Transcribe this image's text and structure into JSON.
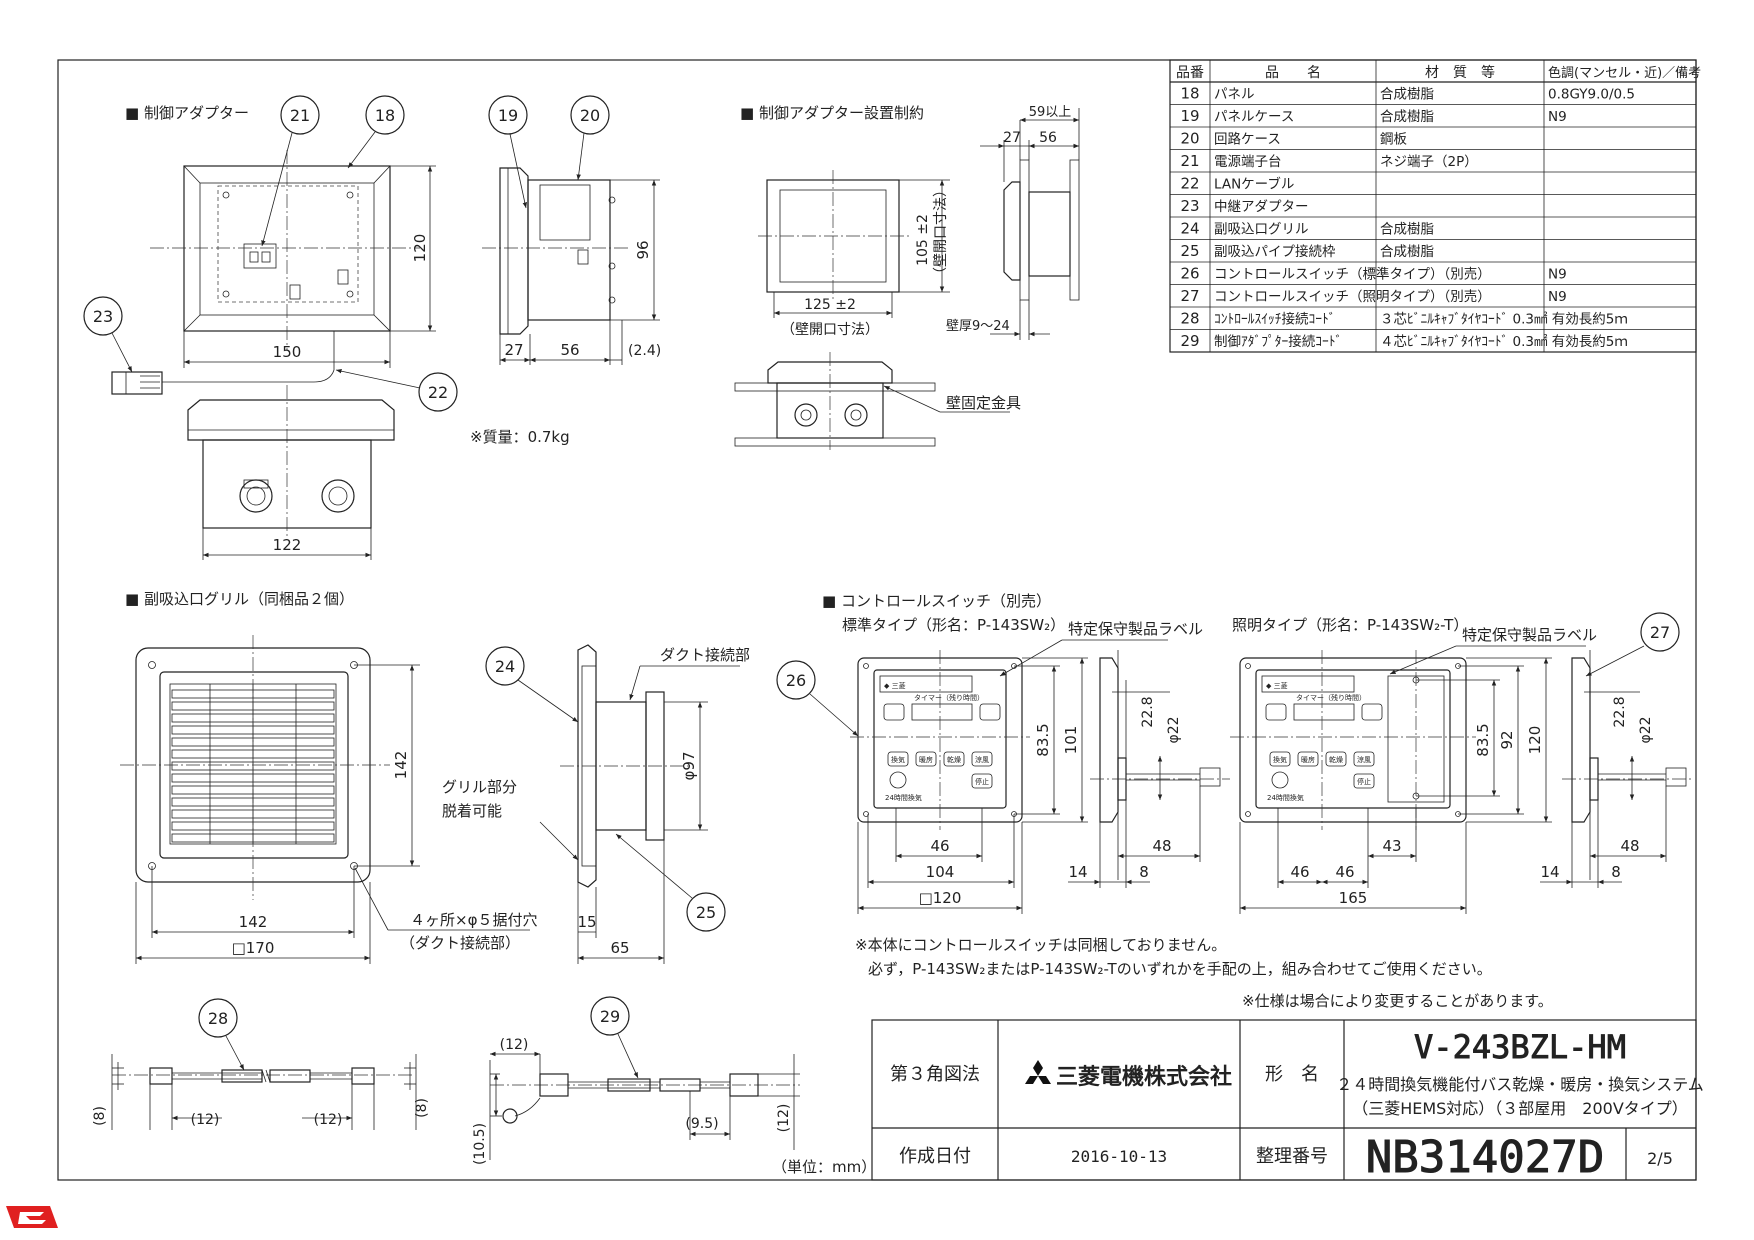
{
  "sections": {
    "adapter": "■ 制御アダプター",
    "adapter_install": "■ 制御アダプター設置制約",
    "grille": "■ 副吸込口グリル（同梱品２個）",
    "switch": "■ コントロールスイッチ（別売）",
    "switch_std": "標準タイプ（形名：P-143SW₂）",
    "switch_light": "照明タイプ（形名：P-143SW₂-T）"
  },
  "balloons": [
    "21",
    "18",
    "19",
    "20",
    "23",
    "22",
    "24",
    "25",
    "26",
    "27",
    "28",
    "29"
  ],
  "dims": {
    "d150": "150",
    "d120": "120",
    "d122": "122",
    "d27": "27",
    "d56": "56",
    "d96": "96",
    "d2_4": "(2.4)",
    "d59": "59以上",
    "d27b": "27",
    "d56b": "56",
    "d125": "125 ±2",
    "d125_note": "（壁開口寸法）",
    "d105": "105 ±2",
    "d105_note": "（壁開口寸法）",
    "wall": "壁厚9～24",
    "d142h": "142",
    "d142w": "142",
    "d170": "□170",
    "d97": "φ97",
    "d15": "15",
    "d65": "65",
    "d101": "101",
    "d83_5": "83.5",
    "d22_8": "22.8",
    "d22": "φ22",
    "d46": "46",
    "d104": "104",
    "d_120": "□120",
    "d14": "14",
    "d8": "8",
    "d48": "48",
    "d92": "92",
    "d83_5b": "83.5",
    "d120b": "120",
    "d22_8b": "22.8",
    "d22b": "φ22",
    "d43": "43",
    "d46a": "46",
    "d46b": "46",
    "d165": "165",
    "d14b": "14",
    "d8b": "8",
    "d48b": "48",
    "c12a": "(12)",
    "c12b": "(12)",
    "c8a": "(8)",
    "c8b": "(8)",
    "c12c": "(12)",
    "c10_5": "(10.5)",
    "c9_5": "(9.5)",
    "c12d": "(12)"
  },
  "notes": {
    "mass": "※質量：0.7kg",
    "wall_fix": "壁固定金具",
    "duct": "ダクト接続部",
    "grille_part1": "グリル部分",
    "grille_part2": "脱着可能",
    "holes1": "４ヶ所×φ５据付穴",
    "holes2": "（ダクト接続部）",
    "label1": "特定保守製品ラベル",
    "label2": "特定保守製品ラベル",
    "note_switch1": "※本体にコントロールスイッチは同梱しておりません。",
    "note_switch2": "必ず，P-143SW₂またはP-143SW₂-Tのいずれかを手配の上，組み合わせてご使用ください。",
    "note_spec": "※仕様は場合により変更することがあります。",
    "unit": "（単位：mm）"
  },
  "parts_table": {
    "headers": [
      "品番",
      "品　　名",
      "材　質　等",
      "色調(マンセル・近)／備考"
    ],
    "rows": [
      [
        "18",
        "パネル",
        "合成樹脂",
        "0.8GY9.0/0.5"
      ],
      [
        "19",
        "パネルケース",
        "合成樹脂",
        "N9"
      ],
      [
        "20",
        "回路ケース",
        "鋼板",
        ""
      ],
      [
        "21",
        "電源端子台",
        "ネジ端子（2P）",
        ""
      ],
      [
        "22",
        "LANケーブル",
        "",
        ""
      ],
      [
        "23",
        "中継アダプター",
        "",
        ""
      ],
      [
        "24",
        "副吸込口グリル",
        "合成樹脂",
        ""
      ],
      [
        "25",
        "副吸込パイプ接続枠",
        "合成樹脂",
        ""
      ],
      [
        "26",
        "コントロールスイッチ（標準タイプ）（別売）",
        "",
        "N9"
      ],
      [
        "27",
        "コントロールスイッチ（照明タイプ）（別売）",
        "",
        "N9"
      ],
      [
        "28",
        "ｺﾝﾄﾛｰﾙｽｲｯﾁ接続ｺｰﾄﾞ",
        "３芯ﾋﾞﾆﾙｷｬﾌﾞﾀｲﾔｺｰﾄﾞ 0.3㎟ 有効長約5ｍ",
        ""
      ],
      [
        "29",
        "制御ｱﾀﾞﾌﾟﾀｰ接続ｺｰﾄﾞ",
        "４芯ﾋﾞﾆﾙｷｬﾌﾞﾀｲﾔｺｰﾄﾞ 0.3㎟ 有効長約5ｍ",
        ""
      ]
    ]
  },
  "title_block": {
    "projection": "第３角図法",
    "company": "三菱電機株式会社",
    "model_label": "形　名",
    "model": "V-243BZL-HM",
    "desc1": "２４時間換気機能付バス乾燥・暖房・換気システム",
    "desc2": "（三菱HEMS対応）（３部屋用　200Vタイプ）",
    "date_label": "作成日付",
    "date": "2016-10-13",
    "number_label": "整理番号",
    "number": "NB314027D",
    "page": "2/5"
  },
  "switch_ui": {
    "timer": "タイマー（残り時間）",
    "b_koshin": "換気",
    "b_danbo": "暖房",
    "b_kanso": "乾燥",
    "b_ryofu": "涼風",
    "b_teishi": "停止",
    "b_24h": "24時間換気"
  },
  "colors": {
    "line": "#222222",
    "logo_red": "#e02020"
  }
}
